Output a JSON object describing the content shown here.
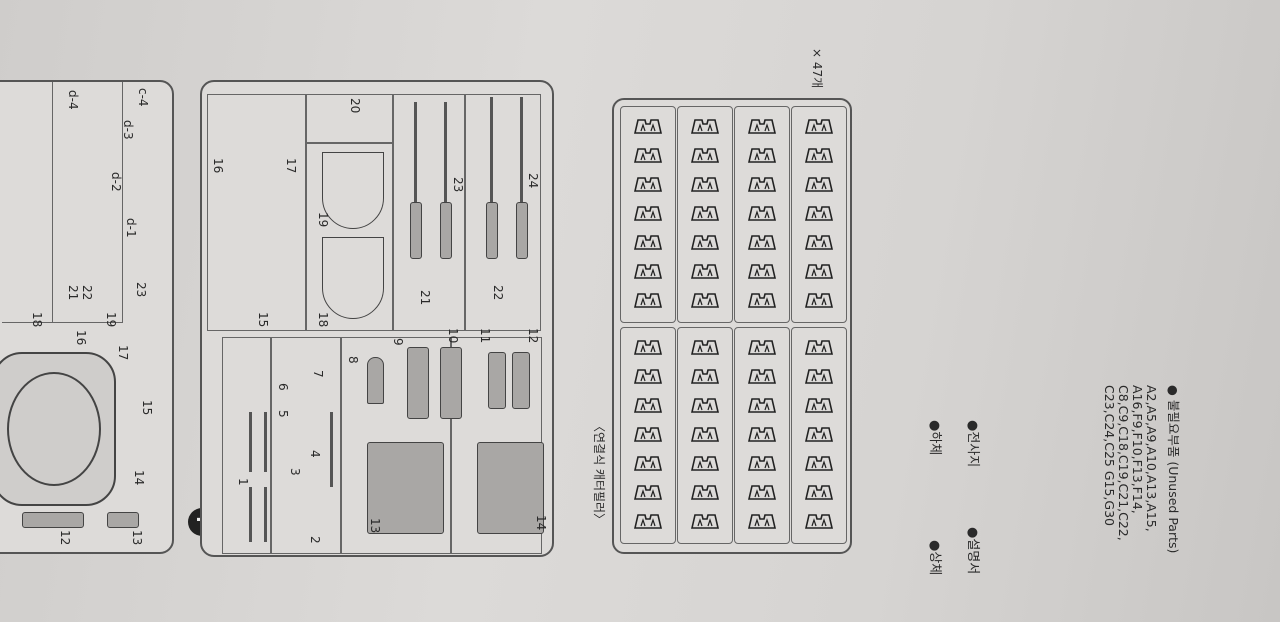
{
  "sprue_left": {
    "labels": [
      "c-4",
      "d-4",
      "d-3",
      "d-2",
      "d-1",
      "21",
      "22",
      "23",
      "18",
      "19",
      "16",
      "17",
      "15",
      "14",
      "13",
      "12"
    ]
  },
  "sprue_f": {
    "badge": "F",
    "part_numbers": [
      "1",
      "2",
      "3",
      "4",
      "5",
      "6",
      "7",
      "8",
      "9",
      "10",
      "11",
      "12",
      "13",
      "14",
      "15",
      "16",
      "17",
      "18",
      "19",
      "20",
      "21",
      "22",
      "23",
      "24"
    ]
  },
  "tracks": {
    "title": "〈연결식 캐터필러〉",
    "count": "× 47개",
    "columns": 8,
    "links_per_half": 7
  },
  "checklist": {
    "items": [
      "●상체",
      "●하체",
      "●설명서",
      "●전사지"
    ]
  },
  "unused_parts": {
    "title": "● 불필요부품 (Unused Parts)",
    "lines": [
      "A2,A5,A9,A10,A13,A15,",
      "A16,F9,F10,F13,F14,",
      "C8,C9,C18,C19,C21,C22,",
      "C23,C24,C25 G15,G30"
    ]
  }
}
